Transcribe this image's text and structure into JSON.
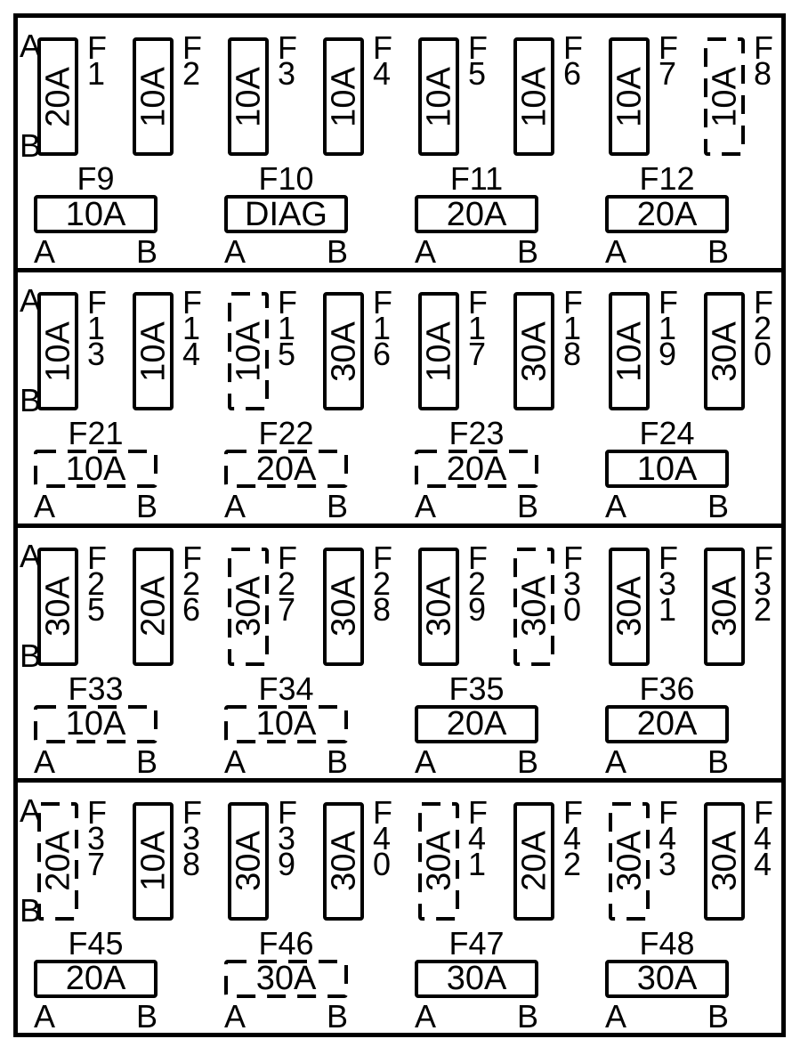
{
  "colors": {
    "ink": "#000000",
    "background": "#ffffff"
  },
  "diagram": {
    "rows": [
      {
        "side_top_label": "A",
        "side_bottom_label": "B",
        "vertical_fuses": [
          {
            "name": "F1",
            "amp": "20A",
            "dashed": false
          },
          {
            "name": "F2",
            "amp": "10A",
            "dashed": false
          },
          {
            "name": "F3",
            "amp": "10A",
            "dashed": false
          },
          {
            "name": "F4",
            "amp": "10A",
            "dashed": false
          },
          {
            "name": "F5",
            "amp": "10A",
            "dashed": false
          },
          {
            "name": "F6",
            "amp": "10A",
            "dashed": false
          },
          {
            "name": "F7",
            "amp": "10A",
            "dashed": false
          },
          {
            "name": "F8",
            "amp": "10A",
            "dashed": true
          }
        ],
        "horizontal_fuses": [
          {
            "name": "F9",
            "amp": "10A",
            "dashed": false,
            "left_label": "A",
            "right_label": "B"
          },
          {
            "name": "F10",
            "amp": "DIAG",
            "dashed": false,
            "left_label": "A",
            "right_label": "B"
          },
          {
            "name": "F11",
            "amp": "20A",
            "dashed": false,
            "left_label": "A",
            "right_label": "B"
          },
          {
            "name": "F12",
            "amp": "20A",
            "dashed": false,
            "left_label": "A",
            "right_label": "B"
          }
        ]
      },
      {
        "side_top_label": "A",
        "side_bottom_label": "B",
        "vertical_fuses": [
          {
            "name": "F13",
            "amp": "10A",
            "dashed": false
          },
          {
            "name": "F14",
            "amp": "10A",
            "dashed": false
          },
          {
            "name": "F15",
            "amp": "10A",
            "dashed": true
          },
          {
            "name": "F16",
            "amp": "30A",
            "dashed": false
          },
          {
            "name": "F17",
            "amp": "10A",
            "dashed": false
          },
          {
            "name": "F18",
            "amp": "30A",
            "dashed": false
          },
          {
            "name": "F19",
            "amp": "10A",
            "dashed": false
          },
          {
            "name": "F20",
            "amp": "30A",
            "dashed": false
          }
        ],
        "horizontal_fuses": [
          {
            "name": "F21",
            "amp": "10A",
            "dashed": true,
            "left_label": "A",
            "right_label": "B"
          },
          {
            "name": "F22",
            "amp": "20A",
            "dashed": true,
            "left_label": "A",
            "right_label": "B"
          },
          {
            "name": "F23",
            "amp": "20A",
            "dashed": true,
            "left_label": "A",
            "right_label": "B"
          },
          {
            "name": "F24",
            "amp": "10A",
            "dashed": false,
            "left_label": "A",
            "right_label": "B"
          }
        ]
      },
      {
        "side_top_label": "A",
        "side_bottom_label": "B",
        "vertical_fuses": [
          {
            "name": "F25",
            "amp": "30A",
            "dashed": false
          },
          {
            "name": "F26",
            "amp": "20A",
            "dashed": false
          },
          {
            "name": "F27",
            "amp": "30A",
            "dashed": true
          },
          {
            "name": "F28",
            "amp": "30A",
            "dashed": false
          },
          {
            "name": "F29",
            "amp": "30A",
            "dashed": false
          },
          {
            "name": "F30",
            "amp": "30A",
            "dashed": true
          },
          {
            "name": "F31",
            "amp": "30A",
            "dashed": false
          },
          {
            "name": "F32",
            "amp": "30A",
            "dashed": false
          }
        ],
        "horizontal_fuses": [
          {
            "name": "F33",
            "amp": "10A",
            "dashed": true,
            "left_label": "A",
            "right_label": "B"
          },
          {
            "name": "F34",
            "amp": "10A",
            "dashed": true,
            "left_label": "A",
            "right_label": "B"
          },
          {
            "name": "F35",
            "amp": "20A",
            "dashed": false,
            "left_label": "A",
            "right_label": "B"
          },
          {
            "name": "F36",
            "amp": "20A",
            "dashed": false,
            "left_label": "A",
            "right_label": "B"
          }
        ]
      },
      {
        "side_top_label": "A",
        "side_bottom_label": "B",
        "vertical_fuses": [
          {
            "name": "F37",
            "amp": "20A",
            "dashed": true
          },
          {
            "name": "F38",
            "amp": "10A",
            "dashed": false
          },
          {
            "name": "F39",
            "amp": "30A",
            "dashed": false
          },
          {
            "name": "F40",
            "amp": "30A",
            "dashed": false
          },
          {
            "name": "F41",
            "amp": "30A",
            "dashed": true
          },
          {
            "name": "F42",
            "amp": "20A",
            "dashed": false
          },
          {
            "name": "F43",
            "amp": "30A",
            "dashed": true
          },
          {
            "name": "F44",
            "amp": "30A",
            "dashed": false
          }
        ],
        "horizontal_fuses": [
          {
            "name": "F45",
            "amp": "20A",
            "dashed": false,
            "left_label": "A",
            "right_label": "B"
          },
          {
            "name": "F46",
            "amp": "30A",
            "dashed": true,
            "left_label": "A",
            "right_label": "B"
          },
          {
            "name": "F47",
            "amp": "30A",
            "dashed": false,
            "left_label": "A",
            "right_label": "B"
          },
          {
            "name": "F48",
            "amp": "30A",
            "dashed": false,
            "left_label": "A",
            "right_label": "B"
          }
        ]
      }
    ]
  }
}
